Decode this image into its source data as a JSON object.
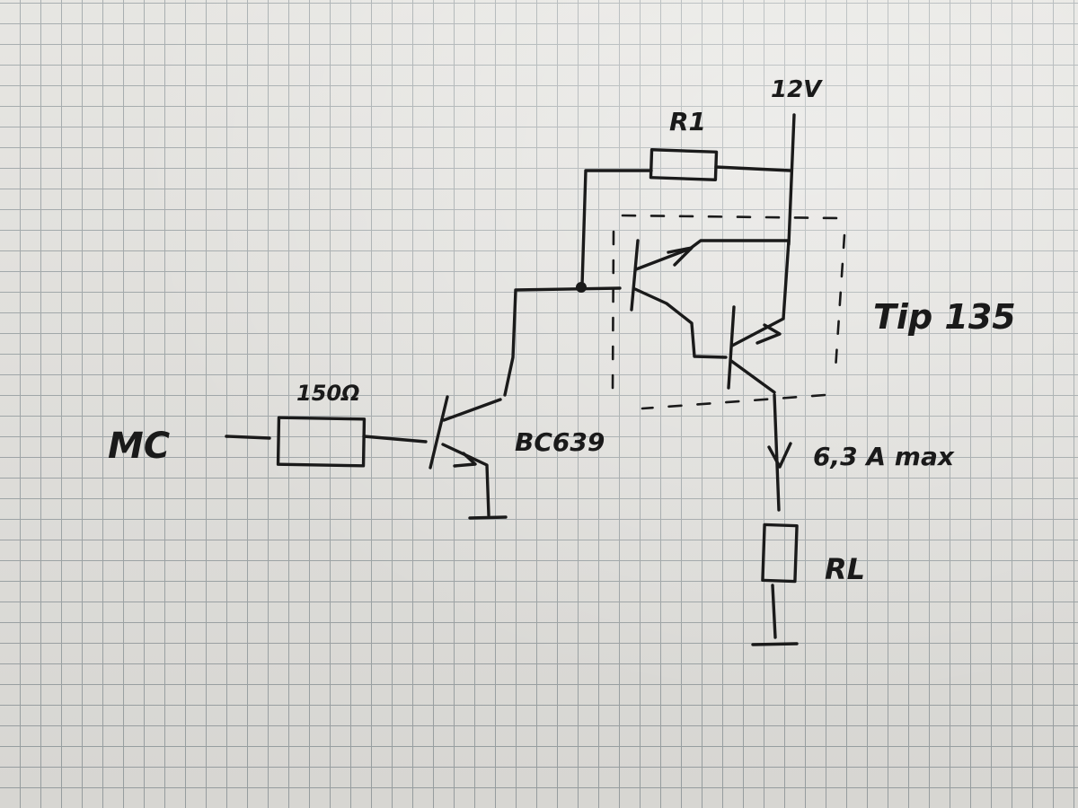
{
  "labels": {
    "supply": "12V",
    "r1": "R1",
    "darlington": "Tip 135",
    "base_resistor": "150Ω",
    "input": "MC",
    "driver_transistor": "BC639",
    "current": "6,3 A max",
    "load": "RL"
  }
}
